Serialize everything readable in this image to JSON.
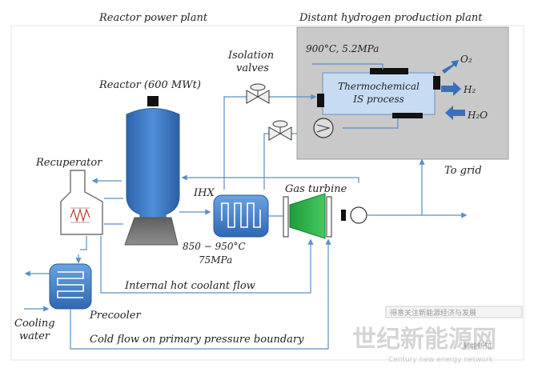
{
  "headings": {
    "reactor_plant": "Reactor power plant",
    "hydrogen_plant": "Distant hydrogen production plant"
  },
  "labels": {
    "reactor": "Reactor (600 MWt)",
    "isolation_valves_line1": "Isolation",
    "isolation_valves_line2": "valves",
    "recuperator": "Recuperator",
    "ihx": "IHX",
    "gas_turbine": "Gas turbine",
    "temp_range": "850 − 950°C",
    "pressure": "75MPa",
    "hot_coolant_flow": "Internal hot coolant flow",
    "precooler": "Precooler",
    "cooling_water_line1": "Cooling",
    "cooling_water_line2": "water",
    "cold_flow": "Cold flow on primary pressure boundary",
    "to_grid": "To grid",
    "process_conditions": "900°C, 5.2MPa",
    "process_line1": "Thermochemical",
    "process_line2": "IS process",
    "o2": "O₂",
    "h2": "H₂",
    "h2o": "H₂O"
  },
  "watermark": {
    "cn": "世纪新能源网",
    "en": "Century new energy network",
    "box": "得意关注新能源经济与发展",
    "sub": "氢能新知"
  },
  "colors": {
    "reactor_blue": "#3b77c2",
    "pipe_blue": "#5b8fc7",
    "turbine_green": "#2fb24a",
    "hydrogen_area": "#c9c9c9",
    "arrow_blue": "#3c6fb8"
  }
}
